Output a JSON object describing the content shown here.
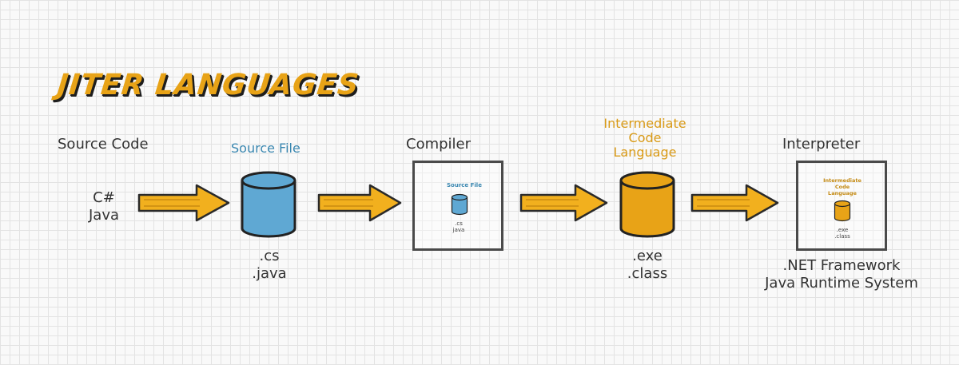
{
  "title": "JITER LANGUAGES",
  "stages": {
    "source_code": {
      "heading": "Source Code",
      "languages": [
        "C#",
        "Java"
      ]
    },
    "source_file": {
      "heading": "Source File",
      "extensions": [
        ".cs",
        ".java"
      ],
      "color": "#5fa8d3"
    },
    "compiler": {
      "heading": "Compiler",
      "inner_heading": "Source File",
      "inner_extensions": [
        ".cs",
        "java"
      ]
    },
    "intermediate": {
      "heading_lines": [
        "Intermediate",
        "Code",
        "Language"
      ],
      "extensions": [
        ".exe",
        ".class"
      ],
      "color": "#e8a317"
    },
    "interpreter": {
      "heading": "Interpreter",
      "inner_heading_lines": [
        "Intermediate",
        "Code",
        "Language"
      ],
      "inner_extensions": [
        ".exe",
        ".class"
      ],
      "runtimes": [
        ".NET Framework",
        "Java Runtime System"
      ]
    }
  },
  "colors": {
    "arrow": "#f2b01e",
    "arrow_outline": "#2a2a2a",
    "blue": "#5fa8d3",
    "orange": "#e8a317",
    "title": "#e8a317"
  }
}
